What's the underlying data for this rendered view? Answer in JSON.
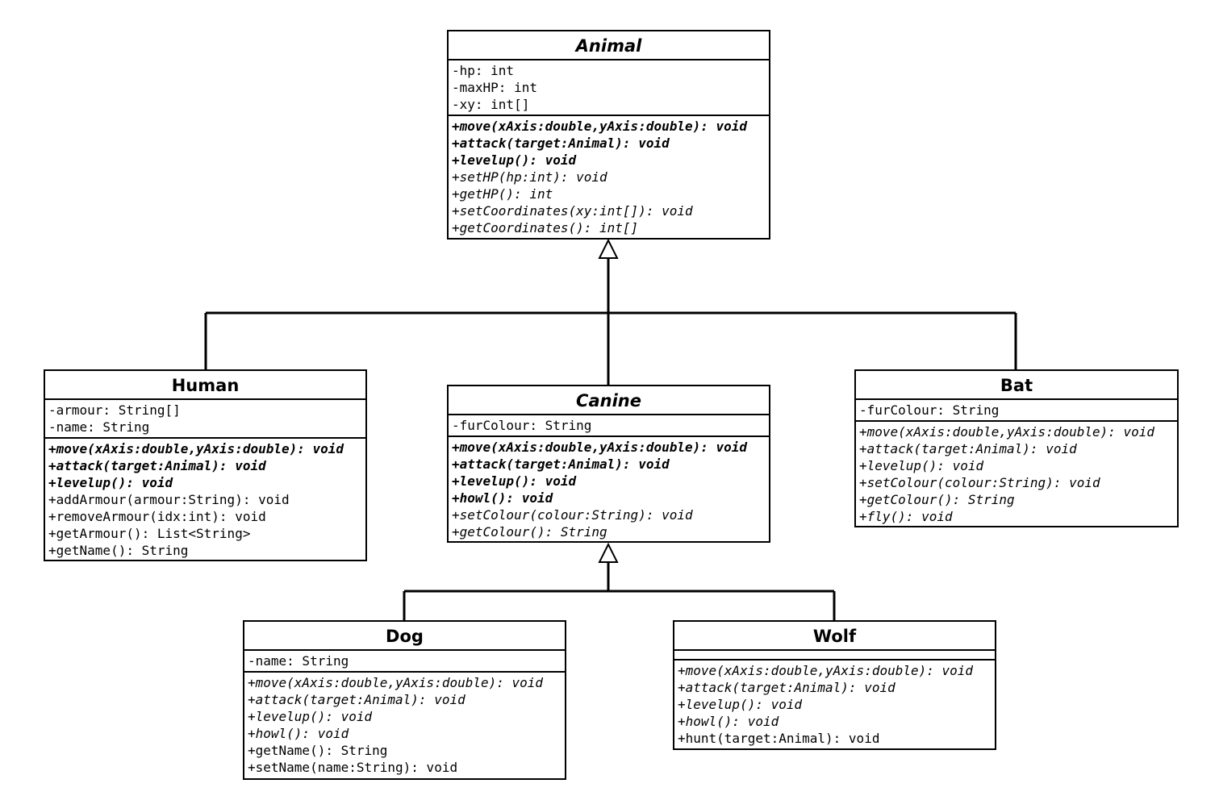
{
  "classes": {
    "animal": {
      "name": "Animal",
      "abstract": true,
      "attributes": [
        {
          "text": "-hp: int",
          "style": "normal"
        },
        {
          "text": "-maxHP: int",
          "style": "normal"
        },
        {
          "text": "-xy: int[]",
          "style": "normal"
        }
      ],
      "methods": [
        {
          "text": "+move(xAxis:double,yAxis:double): void",
          "style": "abstract"
        },
        {
          "text": "+attack(target:Animal): void",
          "style": "abstract"
        },
        {
          "text": "+levelup(): void",
          "style": "abstract"
        },
        {
          "text": "+setHP(hp:int): void",
          "style": "override"
        },
        {
          "text": "+getHP(): int",
          "style": "override"
        },
        {
          "text": "+setCoordinates(xy:int[]): void",
          "style": "override"
        },
        {
          "text": "+getCoordinates(): int[]",
          "style": "override"
        }
      ]
    },
    "human": {
      "name": "Human",
      "abstract": false,
      "attributes": [
        {
          "text": "-armour: String[]",
          "style": "normal"
        },
        {
          "text": "-name: String",
          "style": "normal"
        }
      ],
      "methods": [
        {
          "text": "+move(xAxis:double,yAxis:double): void",
          "style": "abstract"
        },
        {
          "text": "+attack(target:Animal): void",
          "style": "abstract"
        },
        {
          "text": "+levelup(): void",
          "style": "abstract"
        },
        {
          "text": "+addArmour(armour:String): void",
          "style": "normal"
        },
        {
          "text": "+removeArmour(idx:int): void",
          "style": "normal"
        },
        {
          "text": "+getArmour(): List<String>",
          "style": "normal"
        },
        {
          "text": "+getName(): String",
          "style": "normal"
        }
      ]
    },
    "canine": {
      "name": "Canine",
      "abstract": true,
      "attributes": [
        {
          "text": "-furColour: String",
          "style": "normal"
        }
      ],
      "methods": [
        {
          "text": "+move(xAxis:double,yAxis:double): void",
          "style": "abstract"
        },
        {
          "text": "+attack(target:Animal): void",
          "style": "abstract"
        },
        {
          "text": "+levelup(): void",
          "style": "abstract"
        },
        {
          "text": "+howl(): void",
          "style": "abstract"
        },
        {
          "text": "+setColour(colour:String): void",
          "style": "override"
        },
        {
          "text": "+getColour(): String",
          "style": "override"
        }
      ]
    },
    "bat": {
      "name": "Bat",
      "abstract": false,
      "attributes": [
        {
          "text": "-furColour: String",
          "style": "normal"
        }
      ],
      "methods": [
        {
          "text": "+move(xAxis:double,yAxis:double): void",
          "style": "override"
        },
        {
          "text": "+attack(target:Animal): void",
          "style": "override"
        },
        {
          "text": "+levelup(): void",
          "style": "override"
        },
        {
          "text": "+setColour(colour:String): void",
          "style": "override"
        },
        {
          "text": "+getColour(): String",
          "style": "override"
        },
        {
          "text": "+fly(): void",
          "style": "override"
        }
      ]
    },
    "dog": {
      "name": "Dog",
      "abstract": false,
      "attributes": [
        {
          "text": "-name: String",
          "style": "normal"
        }
      ],
      "methods": [
        {
          "text": "+move(xAxis:double,yAxis:double): void",
          "style": "override"
        },
        {
          "text": "+attack(target:Animal): void",
          "style": "override"
        },
        {
          "text": "+levelup(): void",
          "style": "override"
        },
        {
          "text": "+howl(): void",
          "style": "override"
        },
        {
          "text": "+getName(): String",
          "style": "normal"
        },
        {
          "text": "+setName(name:String): void",
          "style": "normal"
        }
      ]
    },
    "wolf": {
      "name": "Wolf",
      "abstract": false,
      "attributes": [],
      "methods": [
        {
          "text": "+move(xAxis:double,yAxis:double): void",
          "style": "override"
        },
        {
          "text": "+attack(target:Animal): void",
          "style": "override"
        },
        {
          "text": "+levelup(): void",
          "style": "override"
        },
        {
          "text": "+howl(): void",
          "style": "override"
        },
        {
          "text": "+hunt(target:Animal): void",
          "style": "normal"
        }
      ]
    }
  }
}
